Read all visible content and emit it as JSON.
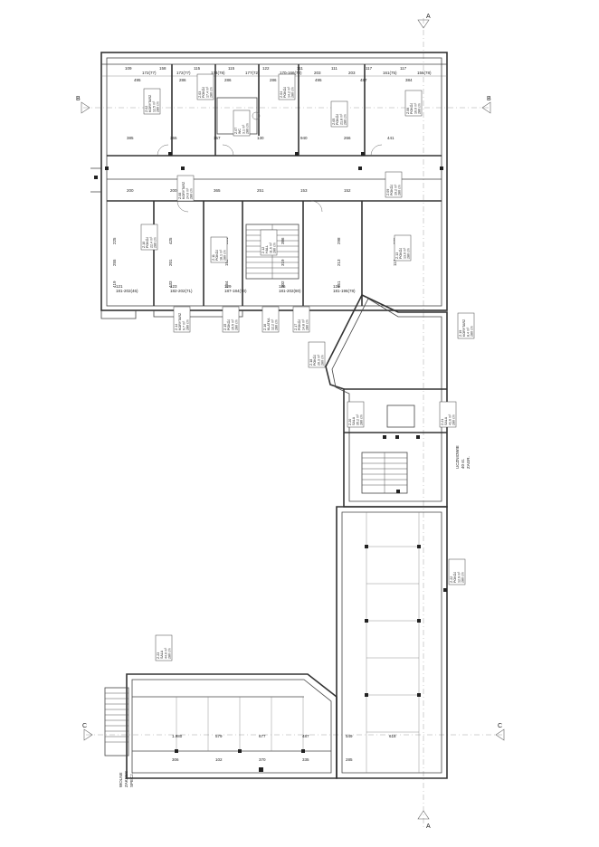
{
  "drawing": {
    "type": "architectural-floor-plan",
    "section_markers": [
      {
        "id": "sec-a-top",
        "label": "A"
      },
      {
        "id": "sec-a-bottom",
        "label": "A"
      },
      {
        "id": "sec-b-left",
        "label": "B"
      },
      {
        "id": "sec-b-right",
        "label": "B"
      },
      {
        "id": "sec-c-left",
        "label": "C"
      },
      {
        "id": "sec-c-right",
        "label": "C"
      }
    ],
    "top_room_numbers": [
      "109",
      "172(77)",
      "158",
      "172(77)",
      "115",
      "174(78)",
      "115",
      "177(72)",
      "122",
      "170-166(72)",
      "111",
      "203",
      "111",
      "203",
      "117",
      "161(75)",
      "117",
      "156(78)"
    ],
    "top_dimensions": [
      "495",
      "286",
      "286",
      "286",
      "495",
      "487",
      "384"
    ],
    "upper_dims": [
      "385",
      "365",
      "157",
      "130",
      "940",
      "266",
      "441",
      "200",
      "200",
      "365",
      "251",
      "153",
      "152",
      "102"
    ],
    "middle_dims": [
      "225",
      "425",
      "381",
      "386",
      "298",
      "270",
      "255",
      "201",
      "150",
      "319",
      "213",
      "117",
      "419",
      "433",
      "564",
      "302",
      "451"
    ],
    "lower_room_numbers": [
      "121",
      "181-202(46)",
      "123",
      "182-202(71)",
      "129",
      "187-184(70)",
      "126",
      "181-202(80)",
      "122",
      "181-196(78)"
    ],
    "lower_wing_dims": [
      "1.980",
      "579",
      "677",
      "487",
      "549",
      "618",
      "306",
      "102",
      "370",
      "335",
      "285"
    ],
    "room_tags": [
      {
        "id": "t1",
        "lines": [
          "Z.02",
          "KORYTARZ",
          "12,5 m²",
          "280 cm"
        ]
      },
      {
        "id": "t2",
        "lines": [
          "Z.03",
          "POKÓJ",
          "17,4 m²",
          "280 cm"
        ]
      },
      {
        "id": "t3",
        "lines": [
          "Z.04",
          "POKÓJ",
          "14,2 m²",
          "280 cm"
        ]
      },
      {
        "id": "t4",
        "lines": [
          "Z.05",
          "POKÓJ",
          "21,8 m²",
          "280 cm"
        ]
      },
      {
        "id": "t5",
        "lines": [
          "Z.06",
          "POKÓJ",
          "16,0 m²",
          "280 cm"
        ]
      },
      {
        "id": "t6",
        "lines": [
          "Z.07",
          "WC",
          "3,1 m²",
          "280 cm"
        ]
      },
      {
        "id": "t7",
        "lines": [
          "Z.08",
          "KORYTARZ",
          "24,6 m²",
          "280 cm"
        ]
      },
      {
        "id": "t8",
        "lines": [
          "Z.09",
          "POKÓJ",
          "19,2 m²",
          "280 cm"
        ]
      },
      {
        "id": "t9",
        "lines": [
          "Z.10",
          "POKÓJ",
          "22,4 m²",
          "280 cm"
        ]
      },
      {
        "id": "t10",
        "lines": [
          "Z.11",
          "POKÓJ",
          "18,1 m²",
          "280 cm"
        ]
      },
      {
        "id": "t11",
        "lines": [
          "Z.12",
          "HALL",
          "11,6 m²",
          "280 cm"
        ]
      },
      {
        "id": "t12",
        "lines": [
          "Z.13",
          "POKÓJ",
          "13,0 m²",
          "280 cm"
        ]
      },
      {
        "id": "t13",
        "lines": [
          "Z.14",
          "KORYTARZ",
          "9,7 m²",
          "280 cm"
        ]
      },
      {
        "id": "t14",
        "lines": [
          "Z.15",
          "POKÓJ",
          "15,5 m²",
          "280 cm"
        ]
      },
      {
        "id": "t15",
        "lines": [
          "Z.16",
          "KLATKA",
          "12,2 m²",
          "280 cm"
        ]
      },
      {
        "id": "t16",
        "lines": [
          "Z.17",
          "POKÓJ",
          "14,8 m²",
          "280 cm"
        ]
      },
      {
        "id": "t17",
        "lines": [
          "Z.18",
          "POKÓJ",
          "20,3 m²",
          "280 cm"
        ]
      },
      {
        "id": "t18",
        "lines": [
          "Z.19",
          "KORYTARZ",
          "8,4 m²",
          "280 cm"
        ]
      },
      {
        "id": "t19",
        "lines": [
          "Z.20",
          "SALA",
          "35,2 m²",
          "280 cm"
        ]
      },
      {
        "id": "t20",
        "lines": [
          "Z.21",
          "SALA",
          "41,6 m²",
          "280 cm"
        ]
      },
      {
        "id": "t21",
        "lines": [
          "Z.22",
          "POKÓJ",
          "12,9 m²",
          "280 cm"
        ]
      },
      {
        "id": "t22",
        "lines": [
          "Z.23",
          "SALA",
          "44,0 m²",
          "280 cm"
        ]
      }
    ],
    "side_note": [
      "UCZNIOWIE",
      "40 st.",
      "ZAGR."
    ],
    "left_wing_note": [
      "WOLNE",
      "ZAKRES",
      "SPECJ."
    ]
  }
}
